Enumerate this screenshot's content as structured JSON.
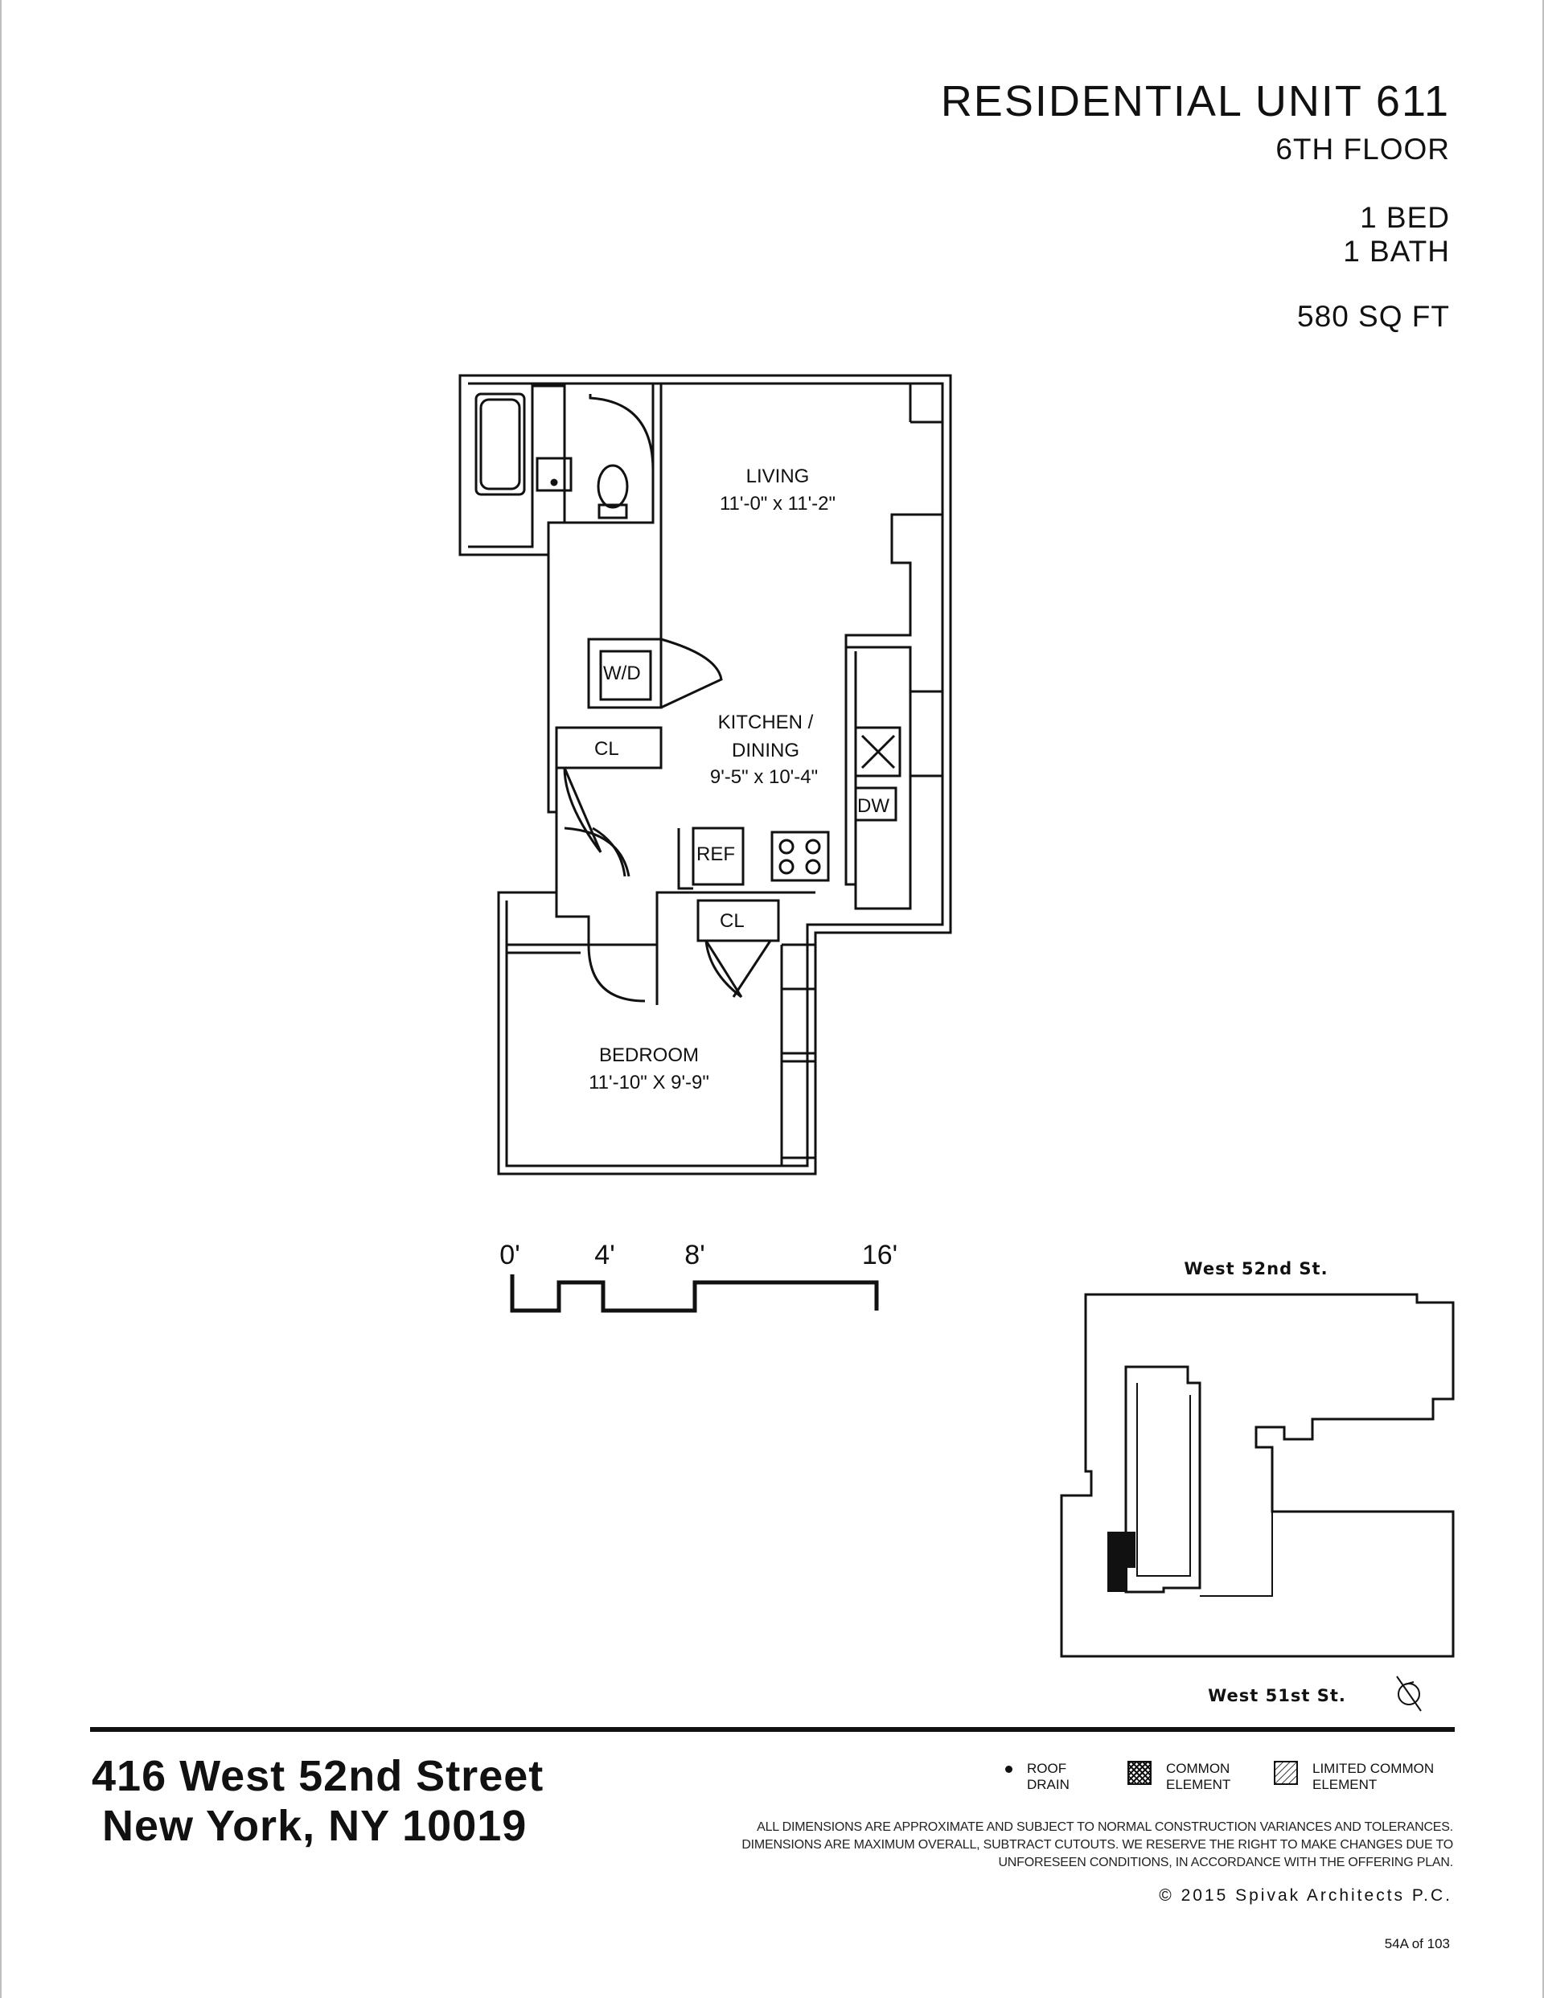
{
  "header": {
    "unit_title": "RESIDENTIAL UNIT 611",
    "floor": "6TH FLOOR",
    "beds": "1 BED",
    "baths": "1 BATH",
    "area": "580 SQ FT"
  },
  "floorplan": {
    "rooms": [
      {
        "name": "LIVING",
        "dimensions": "11'-0\" x 11'-2\""
      },
      {
        "name": "KITCHEN /",
        "name2": "DINING",
        "dimensions": "9'-5\" x 10'-4\""
      },
      {
        "name": "BEDROOM",
        "dimensions": "11'-10\" X 9'-9\""
      }
    ],
    "fixtures": {
      "washer_dryer": "W/D",
      "closet_1": "CL",
      "closet_2": "CL",
      "refrigerator": "REF",
      "dishwasher": "DW"
    }
  },
  "scale_bar": {
    "ticks": [
      "0'",
      "4'",
      "8'",
      "16'"
    ]
  },
  "key_plan": {
    "north_street": "West 52nd St.",
    "south_street": "West 51st St."
  },
  "footer": {
    "address_line1": "416 West 52nd Street",
    "address_line2": "New York, NY 10019",
    "legend": [
      {
        "label": "ROOF DRAIN",
        "icon": "dot"
      },
      {
        "label": "COMMON ELEMENT",
        "icon": "crosshatch"
      },
      {
        "label": "LIMITED COMMON ELEMENT",
        "icon": "hatch"
      }
    ],
    "disclaimer": "ALL DIMENSIONS ARE APPROXIMATE AND SUBJECT TO NORMAL CONSTRUCTION VARIANCES AND TOLERANCES. DIMENSIONS ARE MAXIMUM OVERALL, SUBTRACT CUTOUTS. WE RESERVE THE RIGHT TO MAKE CHANGES DUE TO UNFORESEEN CONDITIONS, IN ACCORDANCE WITH THE OFFERING PLAN.",
    "copyright": "© 2015 Spivak Architects P.C.",
    "page_number": "54A of 103"
  }
}
